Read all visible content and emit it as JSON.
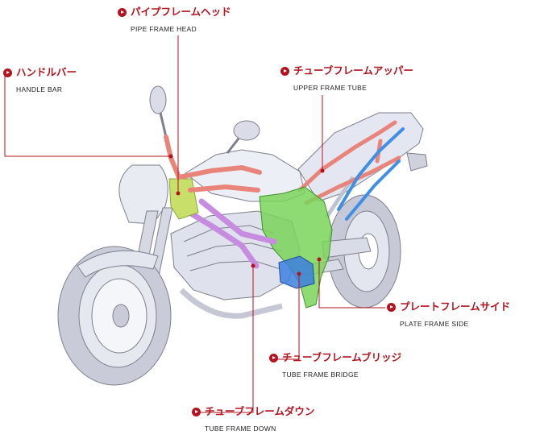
{
  "labels": {
    "pipe_frame_head": {
      "jp": "パイプフレームヘッド",
      "en": "PIPE FRAME HEAD"
    },
    "handle_bar": {
      "jp": "ハンドルバー",
      "en": "HANDLE BAR"
    },
    "upper_frame_tube": {
      "jp": "チューブフレームアッパー",
      "en": "UPPER FRAME TUBE"
    },
    "plate_frame_side": {
      "jp": "プレートフレームサイド",
      "en": "PLATE FRAME SIDE"
    },
    "tube_frame_bridge": {
      "jp": "チューブフレームブリッジ",
      "en": "TUBE FRAME BRIDGE"
    },
    "tube_frame_down": {
      "jp": "チューブフレームダウン",
      "en": "TUBE FRAME DOWN"
    }
  },
  "colors": {
    "label_red": "#b4121e",
    "leader_line": "#b4121e",
    "pipe_frame_head": "#e8847a",
    "upper_frame_tube": "#e8847a",
    "plate_frame_side": "#7ad45a",
    "tube_frame_bridge": "#3d7fe0",
    "tube_frame_down": "#c78be0",
    "head_plate": "#c8e06a",
    "rear_subframe": "#3f8fe6"
  },
  "icons": {
    "label_bullet": "red-circle-arrow-icon"
  }
}
